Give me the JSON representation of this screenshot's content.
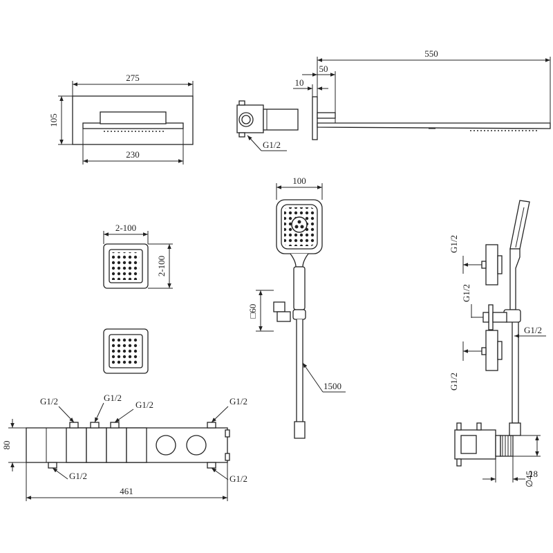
{
  "drawing": {
    "overhead_shower": {
      "width_top": "275",
      "height": "105",
      "width_bottom": "230",
      "arm_length": "550",
      "arm_offset": "50",
      "plate_thickness": "10",
      "valve_connection": "G1/2"
    },
    "body_jets": {
      "width": "2-100",
      "height": "2-100"
    },
    "hand_shower": {
      "head_width": "100",
      "holder_size": "□60",
      "hose_length": "1500"
    },
    "thermostat": {
      "height": "80",
      "length": "461",
      "conn_1": "G1/2",
      "conn_2": "G1/2",
      "conn_3": "G1/2",
      "conn_4": "G1/2",
      "conn_5": "G1/2",
      "conn_6": "G1/2"
    },
    "side_view": {
      "conn_top": "G1/2",
      "conn_mid": "G1/2",
      "conn_right": "G1/2",
      "conn_bottom": "G1/2",
      "outlet_depth": "18",
      "outlet_diameter": "∅45"
    }
  }
}
